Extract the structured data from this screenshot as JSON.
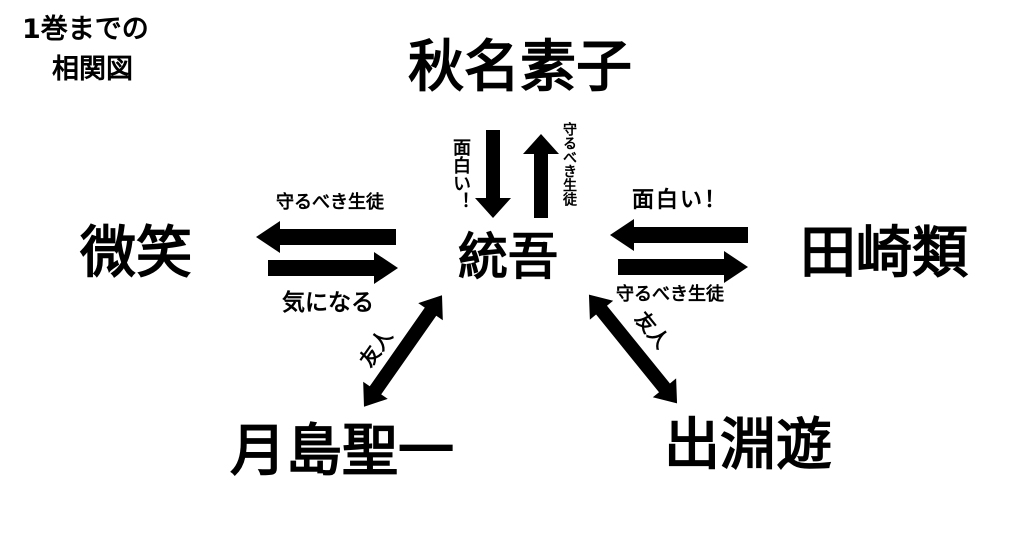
{
  "title": {
    "line1": "1巻までの",
    "line2": "相関図"
  },
  "nodes": {
    "center": "統吾",
    "top": "秋名素子",
    "left": "微笑",
    "right": "田崎類",
    "bottom_left": "月島聖一",
    "bottom_right": "出淵遊"
  },
  "relations": {
    "center_to_top": "守るべき生徒",
    "top_to_center": "面白い！",
    "center_to_left": "守るべき生徒",
    "left_to_center": "気になる",
    "right_to_center": "面白い！",
    "center_to_right": "守るべき生徒",
    "center_bottom_left": "友人",
    "center_bottom_right": "友人"
  },
  "colors": {
    "ink": "#000000",
    "background": "#ffffff"
  }
}
